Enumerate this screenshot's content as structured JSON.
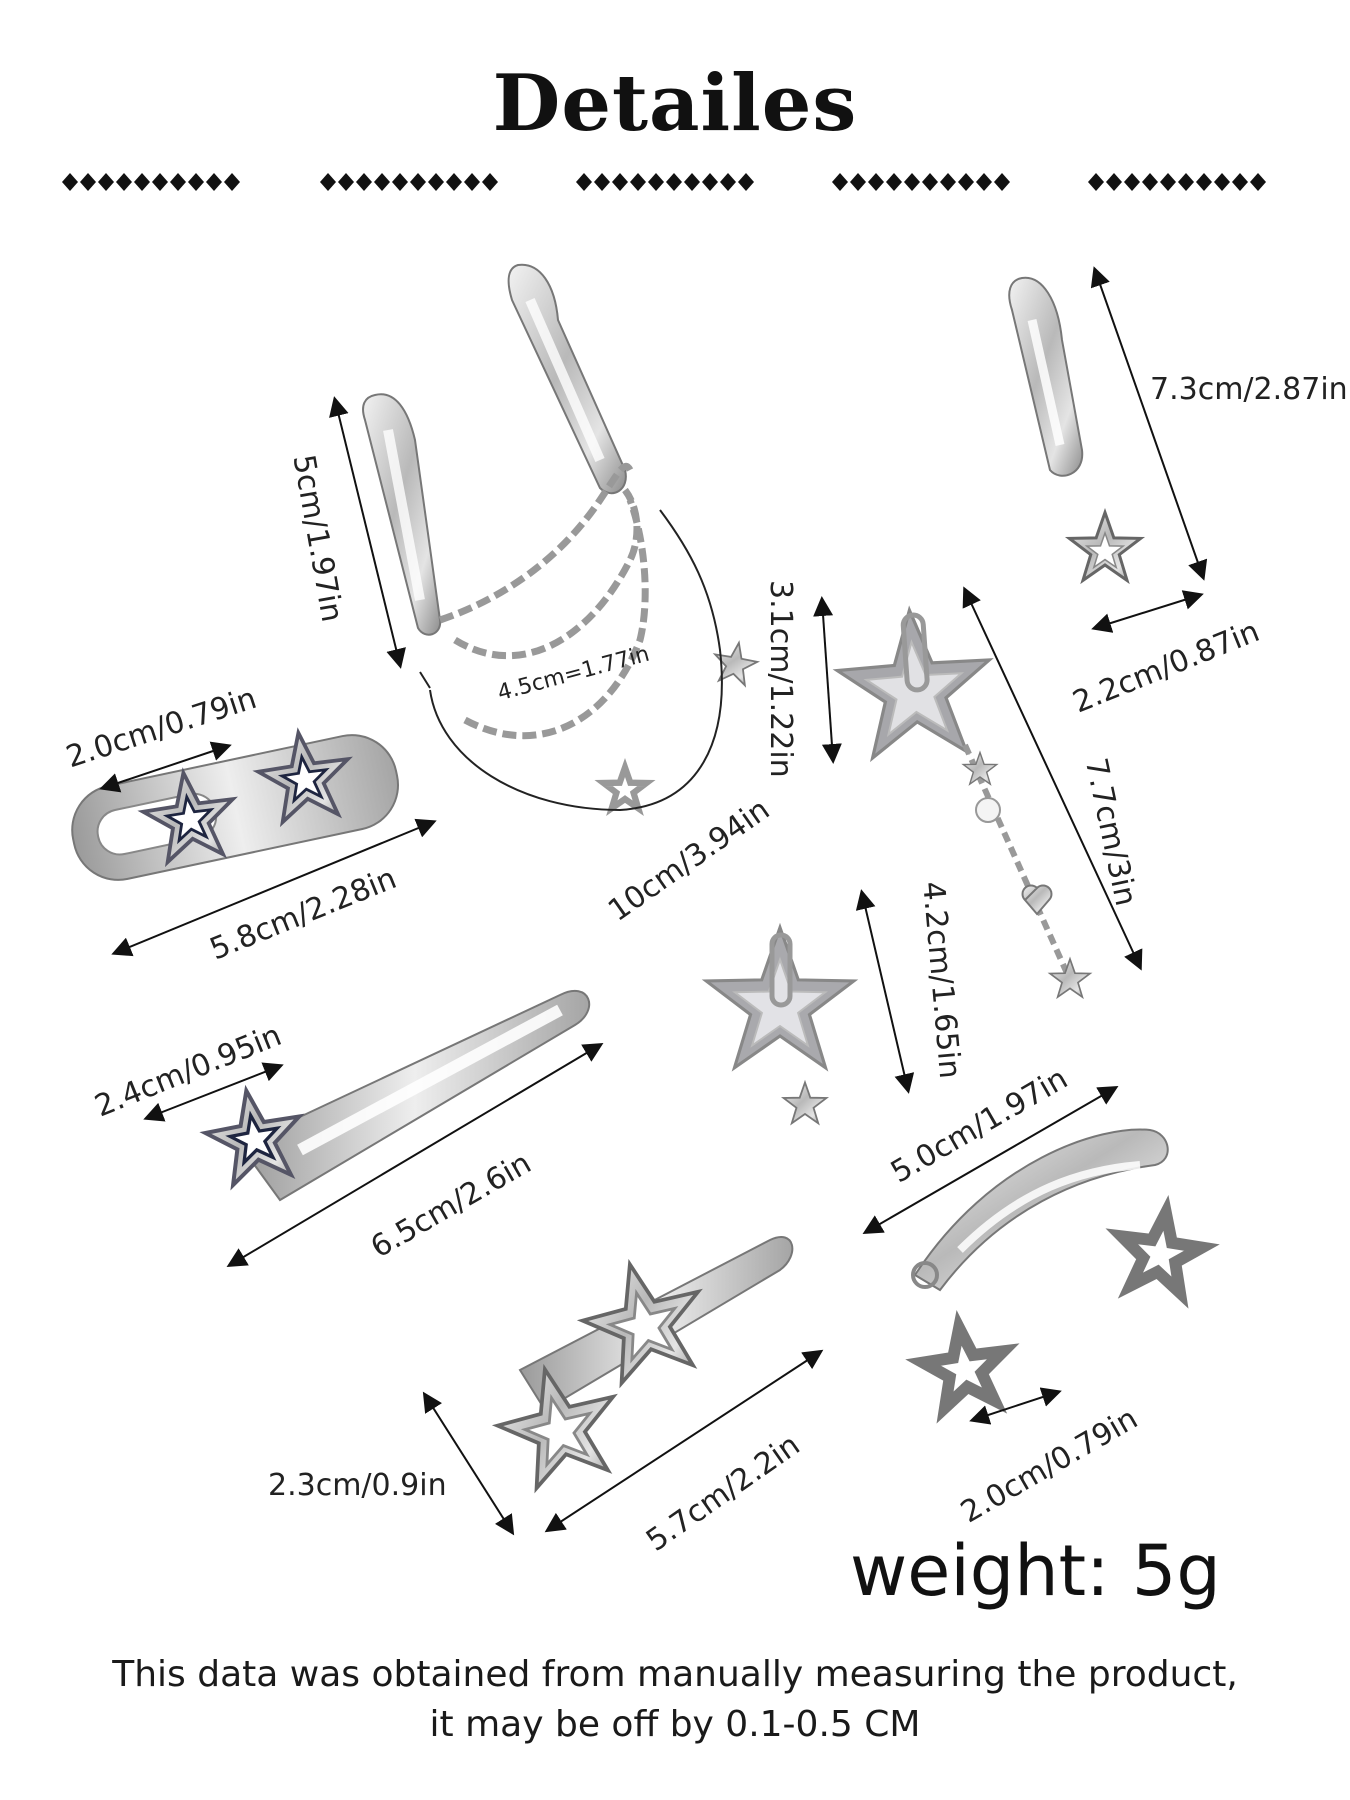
{
  "title": "Detailes",
  "measurements": {
    "chain_clip_length": "5cm/1.97in",
    "chain_inner": "4.5cm=1.77in",
    "chain_total": "10cm/3.94in",
    "snap_clip_length": "7.3cm/2.87in",
    "snap_clip_width": "2.2cm/0.87in",
    "double_star_width": "2.0cm/0.79in",
    "double_star_length": "5.8cm/2.28in",
    "glitter_star_height": "3.1cm/1.22in",
    "glitter_star_total": "7.7cm/3in",
    "small_glitter_height": "4.2cm/1.65in",
    "single_star_width": "2.4cm/0.95in",
    "single_star_length": "6.5cm/2.6in",
    "dangle_clip_length": "5.0cm/1.97in",
    "dangle_star_width": "2.0cm/0.79in",
    "alligator_width": "2.3cm/0.9in",
    "alligator_length": "5.7cm/2.2in"
  },
  "weight": "weight: 5g",
  "note_line1": "This data was obtained from manually measuring the product,",
  "note_line2": "it may be off by 0.1-0.5 CM"
}
